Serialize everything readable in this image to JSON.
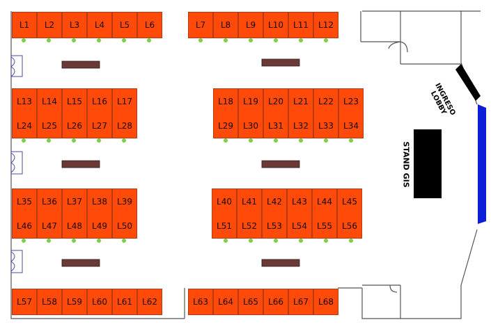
{
  "stalls": {
    "row_a": [
      "L1",
      "L2",
      "L3",
      "L4",
      "L5",
      "L6",
      "L7",
      "L8",
      "L9",
      "L10",
      "L11",
      "L12"
    ],
    "block_b_top": [
      "L13",
      "L14",
      "L15",
      "L16",
      "L17",
      "L18",
      "L19",
      "L20",
      "L21",
      "L22",
      "L23"
    ],
    "block_b_bottom": [
      "L24",
      "L25",
      "L26",
      "L27",
      "L28",
      "L29",
      "L30",
      "L31",
      "L32",
      "L33",
      "L34"
    ],
    "block_c_top": [
      "L35",
      "L36",
      "L37",
      "L38",
      "L39",
      "L40",
      "L41",
      "L42",
      "L43",
      "L44",
      "L45"
    ],
    "block_c_bottom": [
      "L46",
      "L47",
      "L48",
      "L49",
      "L50",
      "L51",
      "L52",
      "L53",
      "L54",
      "L55",
      "L56"
    ],
    "row_d": [
      "L57",
      "L58",
      "L59",
      "L60",
      "L61",
      "L62",
      "L63",
      "L64",
      "L65",
      "L66",
      "L67",
      "L68"
    ]
  },
  "labels": {
    "stand": "STAND GIS",
    "entrance_line1": "INGRESO",
    "entrance_line2": "LOBBY"
  },
  "colors": {
    "stall_fill": "#ff4a0a",
    "stall_border": "#b63a10",
    "entrance_glass": "#0b1fd6",
    "stand": "#000000"
  }
}
